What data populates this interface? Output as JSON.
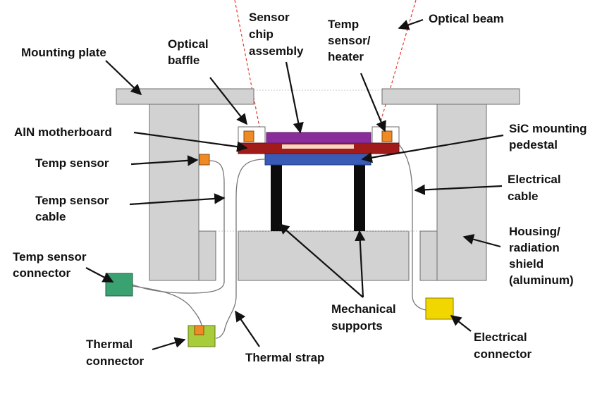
{
  "labels": {
    "sensor_chip": [
      "Sensor",
      "chip",
      "assembly"
    ],
    "temp_sensor_heater": [
      "Temp",
      "sensor/",
      "heater"
    ],
    "optical_beam": "Optical beam",
    "mounting_plate": "Mounting plate",
    "optical_baffle": [
      "Optical",
      "baffle"
    ],
    "aln_motherboard": "AlN motherboard",
    "sic_pedestal": [
      "SiC mounting",
      "pedestal"
    ],
    "temp_sensor": "Temp sensor",
    "electrical_cable": [
      "Electrical",
      "cable"
    ],
    "temp_sensor_cable": [
      "Temp sensor",
      "cable"
    ],
    "housing": [
      "Housing/",
      "radiation",
      "shield",
      "(aluminum)"
    ],
    "temp_sensor_connector": [
      "Temp sensor",
      "connector"
    ],
    "mechanical_supports": [
      "Mechanical",
      "supports"
    ],
    "electrical_connector": [
      "Electrical",
      "connector"
    ],
    "thermal_connector": [
      "Thermal",
      "connector"
    ],
    "thermal_strap": "Thermal strap"
  },
  "colors": {
    "housing_gray": "#d2d2d2",
    "outline": "#6e6e6e",
    "sensor_chip": "#8a2d9a",
    "motherboard": "#a11b1b",
    "pedestal": "#3a5bb5",
    "support": "#0c0c0c",
    "temp_sensor": "#f08a24",
    "temp_connector": "#3aa171",
    "thermal_connector": "#a8cc3a",
    "electrical_connector": "#f2d600",
    "chip_inner": "#f6d7c4",
    "beam": "#e8392b"
  }
}
